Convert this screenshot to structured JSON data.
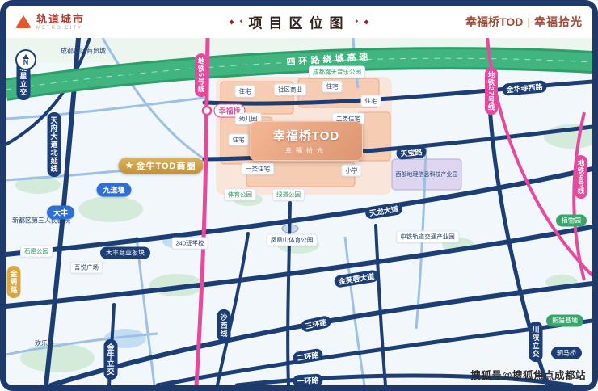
{
  "header": {
    "logo": {
      "text": "轨道城市",
      "subtext": "METRO CITY"
    },
    "title": "项目区位图",
    "diamond": "◆",
    "brand": {
      "name": "幸福桥TOD",
      "divider": "|",
      "slogan": "幸福拾光"
    }
  },
  "map": {
    "north_label": "N",
    "expressway": "四环路绕城高速",
    "roads": {
      "beixing": "北星立交",
      "tianfu": "天府大道北延线",
      "jinhuasi": "金华寺西路",
      "tianbao": "天宝路",
      "tianlong": "天龙大道",
      "jinfurong": "金芙蓉大道",
      "sanhuan": "三环路",
      "erhuan": "二环路",
      "yihuan": "一环路",
      "shaxi": "沙西线",
      "jinniu": "金牛立交",
      "chuanshan": "川陕立交",
      "simaqiao": "驷马桥",
      "jinzhou": "金周路"
    },
    "metro": {
      "line5": "地铁5号线",
      "station": "幸福桥",
      "line27": "地铁27号线",
      "line9": "地铁9号线"
    },
    "project": {
      "logo_line1": "幸福桥TOD",
      "logo_line2": "幸福拾光",
      "badge": "金牛TOD商圈",
      "star": "★",
      "blocks": {
        "b1": "住宅",
        "b2": "社区商业",
        "b3": "住宅",
        "b4": "住宅",
        "b5": "幼儿园",
        "b6": "二类住宅",
        "b7": "住宅",
        "b8": "一类住宅",
        "b9": "小学"
      }
    },
    "pois": {
      "music_park": "成都露天音乐公园",
      "trade_city": "成都国际商贸城",
      "hospital": "新都区第三人民医院",
      "dafeng": "大丰",
      "jiudaoyan": "九道堰",
      "dafeng_block": "大丰商业板块",
      "wuyue": "吾悦广场",
      "shixi_park": "石犀公园",
      "happy_valley": "欢乐谷",
      "sports_park": "体育公园",
      "greenway_park": "绿道公园",
      "phoenix_park": "凤凰山体育公园",
      "school240": "240班学校",
      "geo_park": "西部地理信息科技产业园",
      "rail_park": "中铁轨道交通产业园",
      "botanic": "植物园",
      "panda": "熊猫基地"
    },
    "watermark": "搜狐号@搜狐焦点成都站"
  }
}
